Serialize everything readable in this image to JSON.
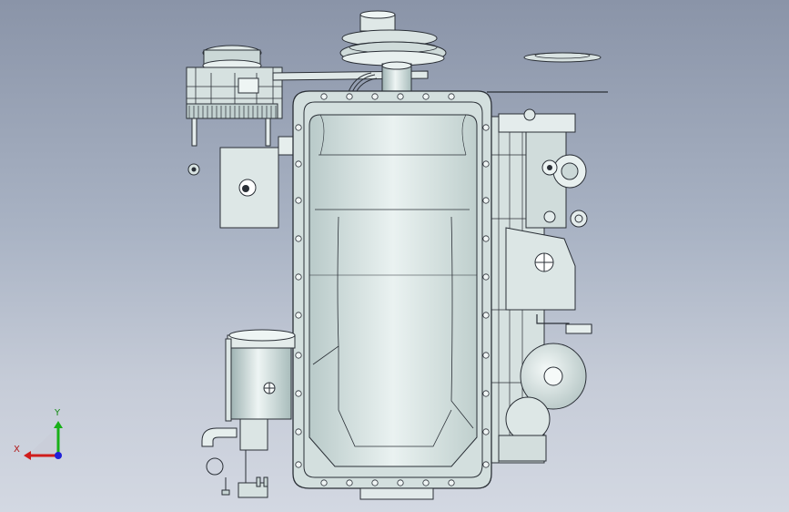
{
  "viewport": {
    "background_top": "#8a94a8",
    "background_bottom": "#d3d8e2"
  },
  "triad": {
    "x_label": "X",
    "y_label": "Y",
    "x_color": "#d01c1c",
    "y_color": "#18b018",
    "z_color": "#2020d8"
  },
  "model": {
    "body_color": "#e6efee",
    "body_shade": "#c9d7d6",
    "edge_color": "#2a2f36",
    "icon": "engine-oil-pan-assembly"
  }
}
